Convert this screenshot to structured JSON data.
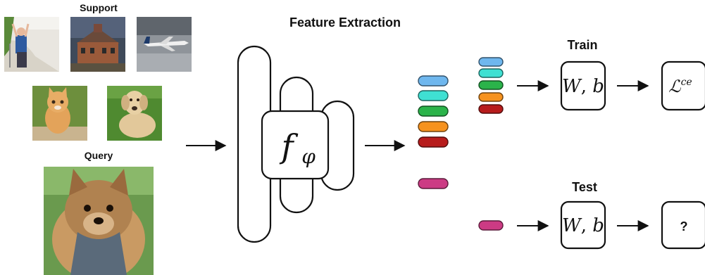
{
  "labels": {
    "support": "Support",
    "query": "Query",
    "feature_extraction": "Feature Extraction",
    "train": "Train",
    "test": "Test"
  },
  "modules": {
    "extractor_f": "f",
    "extractor_sub": "φ",
    "classifier_w": "W",
    "classifier_sep": ", ",
    "classifier_b": "b",
    "loss_L": "ℒ",
    "loss_sup": "ce",
    "unknown": "?"
  },
  "support_images": [
    {
      "name": "child-photo",
      "subject": "child"
    },
    {
      "name": "building-photo",
      "subject": "building"
    },
    {
      "name": "airplane-photo",
      "subject": "airplane"
    },
    {
      "name": "kitten-photo",
      "subject": "kitten"
    },
    {
      "name": "labrador-photo",
      "subject": "labrador"
    }
  ],
  "query_image": {
    "name": "yorkie-photo",
    "subject": "yorkshire terrier"
  },
  "colors": {
    "blue": "#6fb7ee",
    "cyan": "#3fe0d2",
    "green": "#2bb34a",
    "orange": "#f6921e",
    "red": "#b71c1c",
    "magenta": "#cc3b84"
  }
}
